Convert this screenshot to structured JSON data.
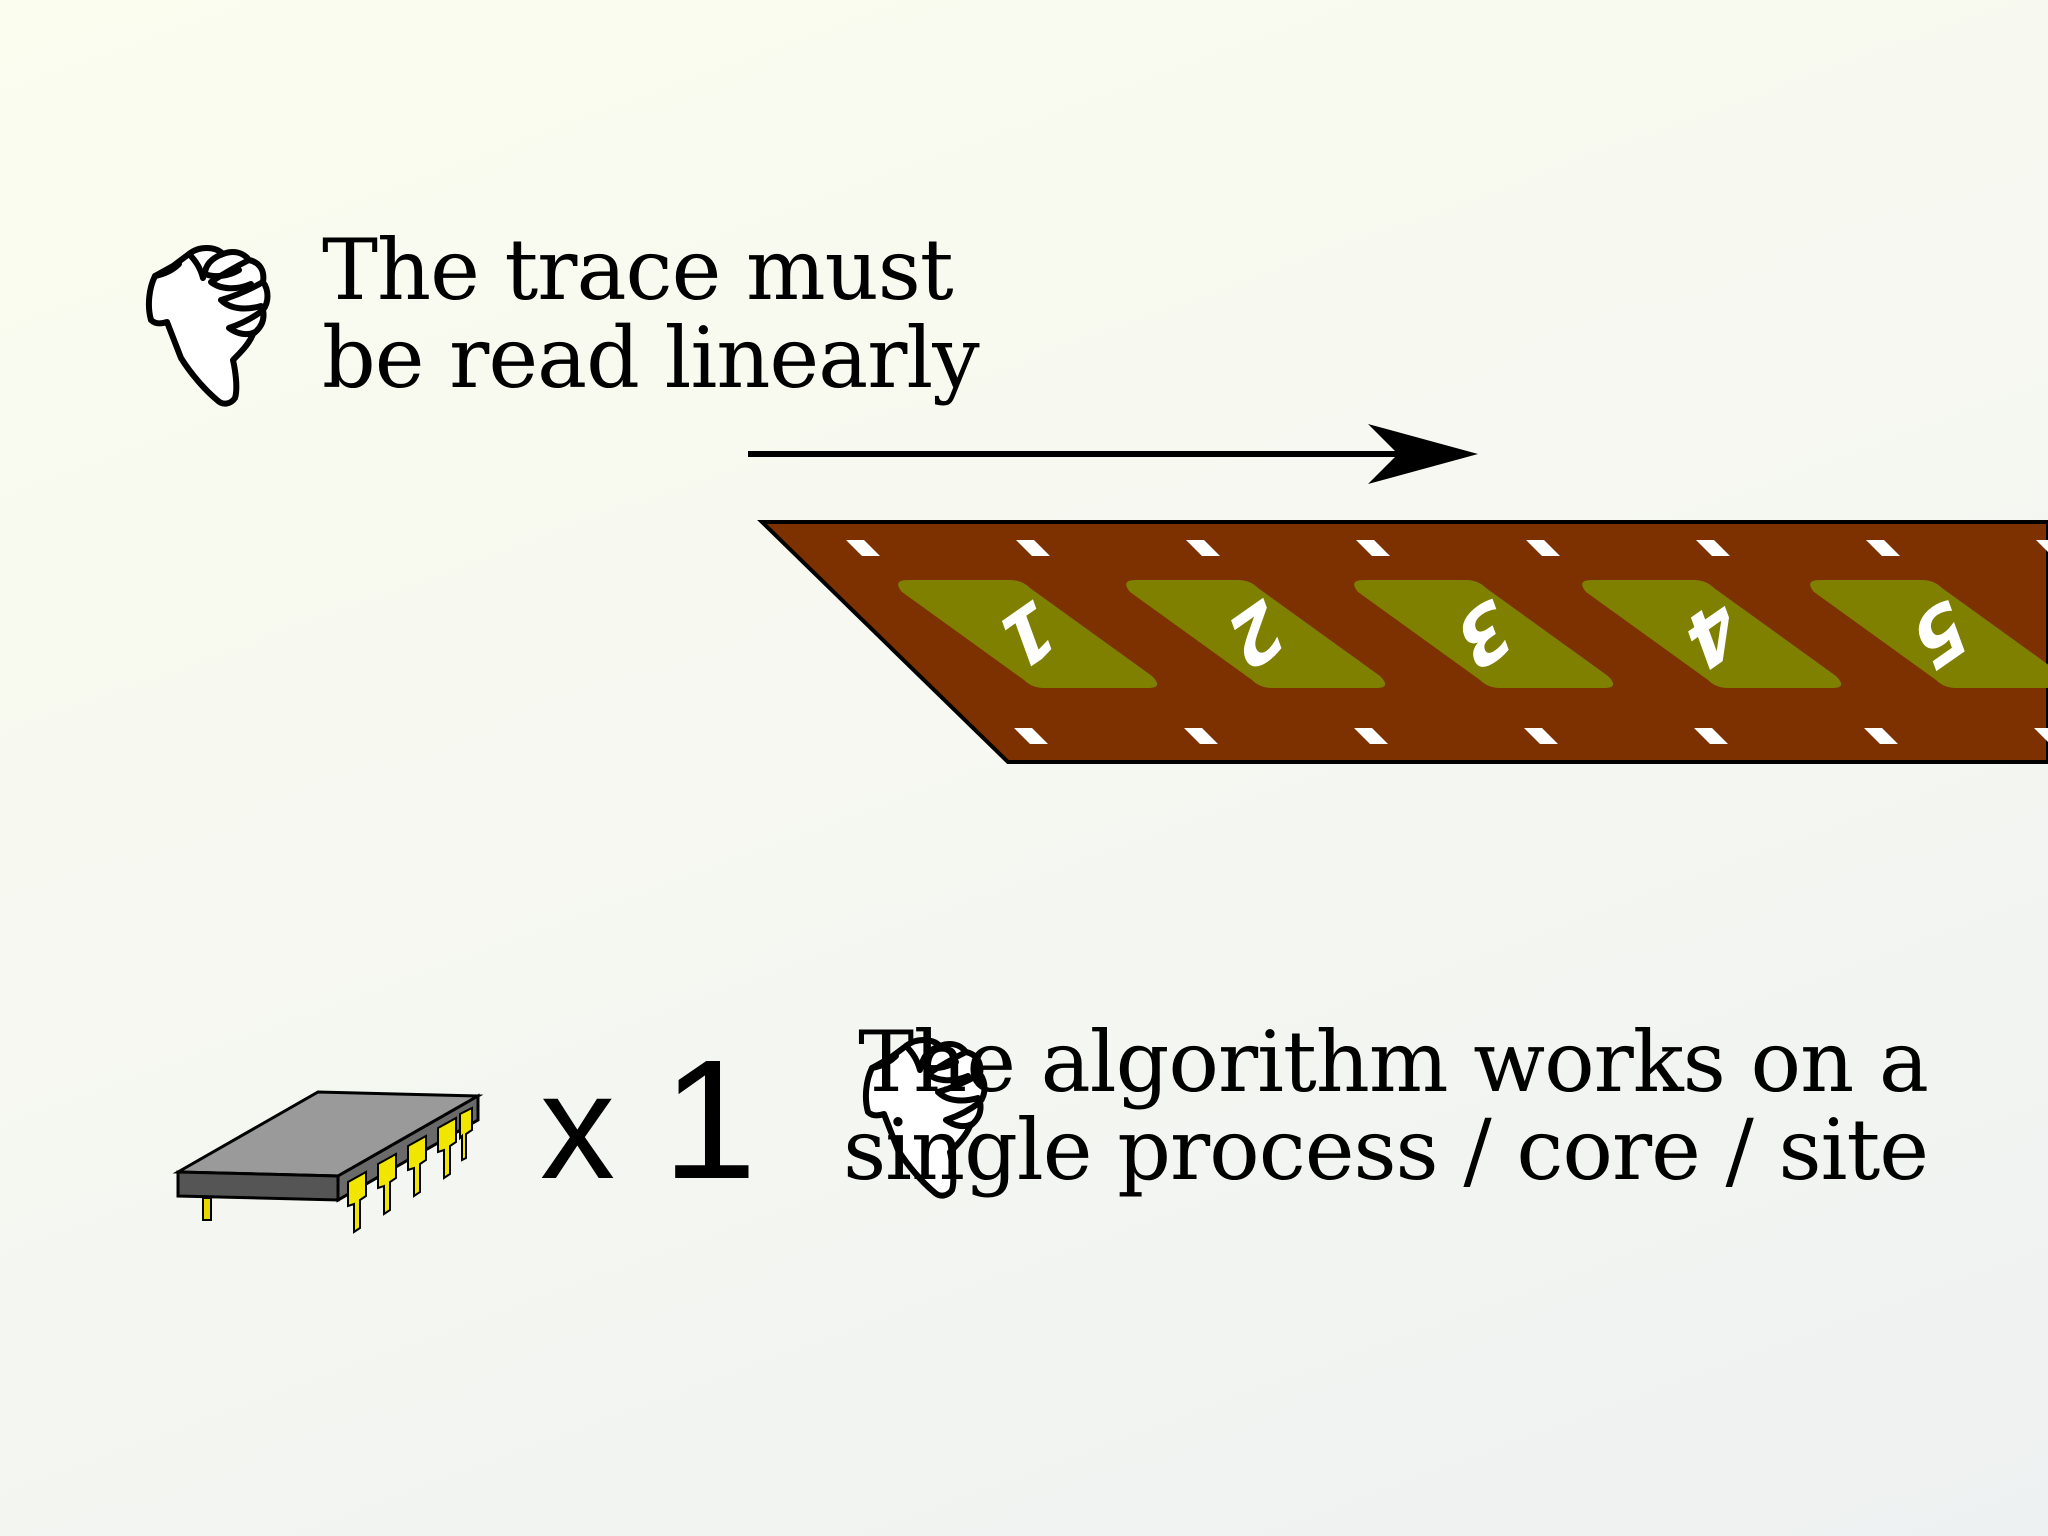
{
  "slide": {
    "top_statement": {
      "lines": [
        "The trace must",
        "be read linearly"
      ],
      "icon": "thumbs-down-icon"
    },
    "bottom_statement": {
      "lines": [
        "The algorithm works on a",
        "single process / core / site"
      ],
      "icon": "thumbs-down-icon"
    },
    "processor": {
      "icon": "microchip-icon",
      "multiplier_x": "x",
      "multiplier_count": "1"
    },
    "tape": {
      "cells": [
        "1",
        "2",
        "3",
        "4",
        "5"
      ],
      "direction": "right-arrow-icon",
      "colors": {
        "strip": "#7d3100",
        "cell": "#7f7f00",
        "digit": "#ffffff",
        "perforation": "#ffffff"
      }
    }
  }
}
